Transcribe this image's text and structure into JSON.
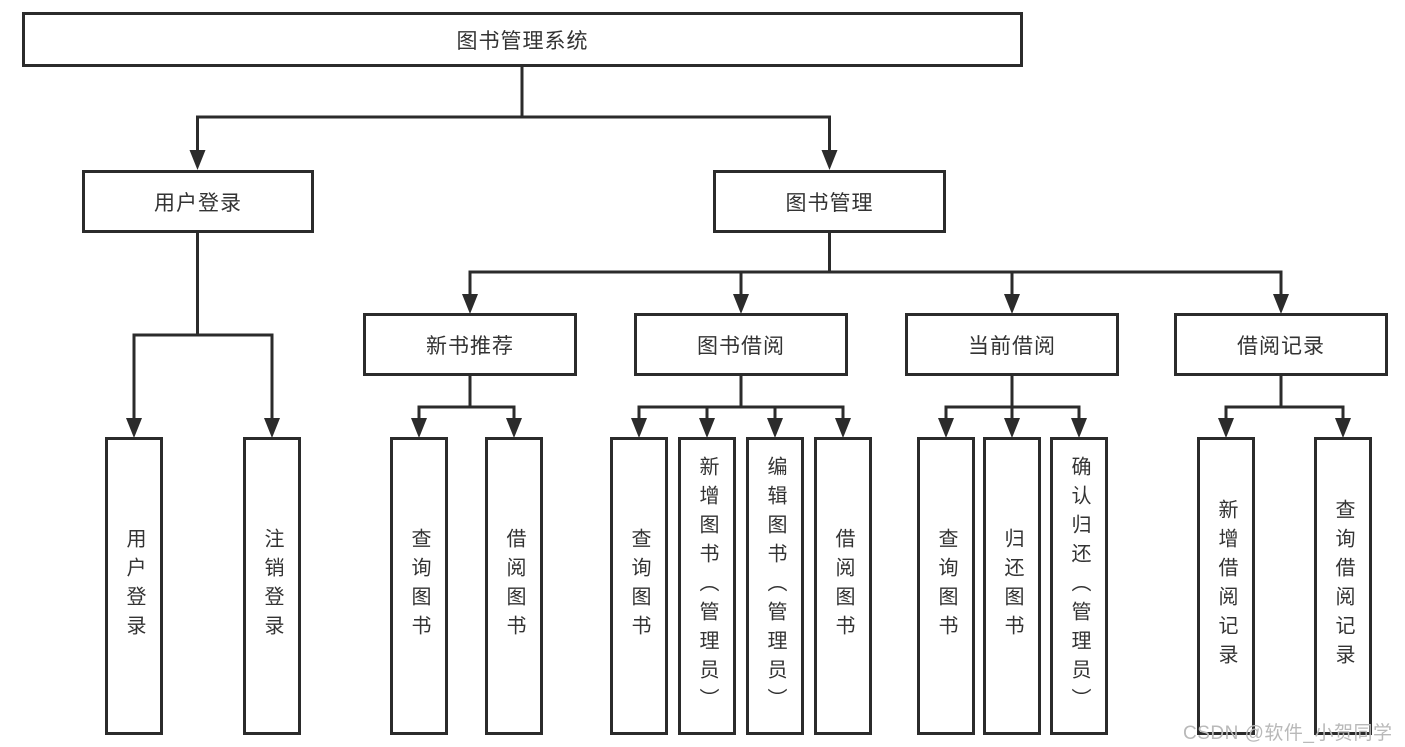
{
  "diagram": {
    "root": "图书管理系统",
    "branches": [
      {
        "label": "用户登录",
        "leaves": [
          "用户登录",
          "注销登录"
        ]
      },
      {
        "label": "图书管理",
        "sections": [
          {
            "label": "新书推荐",
            "leaves": [
              "查询图书",
              "借阅图书"
            ]
          },
          {
            "label": "图书借阅",
            "leaves": [
              "查询图书",
              "新增图书（管理员）",
              "编辑图书（管理员）",
              "借阅图书"
            ]
          },
          {
            "label": "当前借阅",
            "leaves": [
              "查询图书",
              "归还图书",
              "确认归还（管理员）"
            ]
          },
          {
            "label": "借阅记录",
            "leaves": [
              "新增借阅记录",
              "查询借阅记录"
            ]
          }
        ]
      }
    ]
  },
  "watermark": "CSDN @软件_小贺同学",
  "colors": {
    "line": "#2b2b2b",
    "text": "#333333",
    "watermark": "#b9b9b9",
    "background": "#ffffff"
  }
}
